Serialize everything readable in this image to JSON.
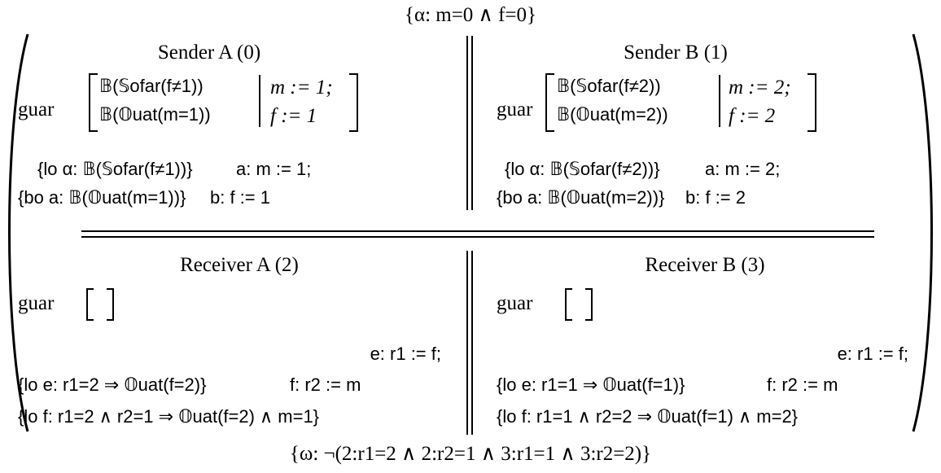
{
  "pre": "{α: m=0 ∧ f=0}",
  "post": "{ω: ¬(2:r1=2 ∧ 2:r2=1 ∧ 3:r1=1 ∧ 3:r2=2)}",
  "senderA": {
    "title": "Sender A (0)",
    "guar": "guar",
    "guar_l1": "𝔹(𝕊ofar(f≠1))",
    "guar_l2": "𝔹(𝕆uat(m=1))",
    "guar_r1": "m := 1;",
    "guar_r2": "f := 1",
    "ann1": "{lo α: 𝔹(𝕊ofar(f≠1))}",
    "stmt1": "a: m := 1;",
    "ann2": "{bo a: 𝔹(𝕆uat(m=1))}",
    "stmt2": "b: f := 1"
  },
  "senderB": {
    "title": "Sender B (1)",
    "guar": "guar",
    "guar_l1": "𝔹(𝕊ofar(f≠2))",
    "guar_l2": "𝔹(𝕆uat(m=2))",
    "guar_r1": "m := 2;",
    "guar_r2": "f := 2",
    "ann1": "{lo α: 𝔹(𝕊ofar(f≠2))}",
    "stmt1": "a: m := 2;",
    "ann2": "{bo a: 𝔹(𝕆uat(m=2))}",
    "stmt2": "b: f := 2"
  },
  "receiverA": {
    "title": "Receiver A (2)",
    "guar": "guar",
    "stmt1": "e: r1 := f;",
    "ann2": "{lo e: r1=2 ⇒ 𝕆uat(f=2)}",
    "stmt2": "f: r2 := m",
    "ann3": "{lo f: r1=2 ∧ r2=1 ⇒ 𝕆uat(f=2) ∧ m=1}"
  },
  "receiverB": {
    "title": "Receiver B (3)",
    "guar": "guar",
    "stmt1": "e: r1 := f;",
    "ann2": "{lo e: r1=1 ⇒ 𝕆uat(f=1)}",
    "stmt2": "f: r2 := m",
    "ann3": "{lo f: r1=1 ∧ r2=2 ⇒ 𝕆uat(f=1) ∧ m=2}"
  }
}
